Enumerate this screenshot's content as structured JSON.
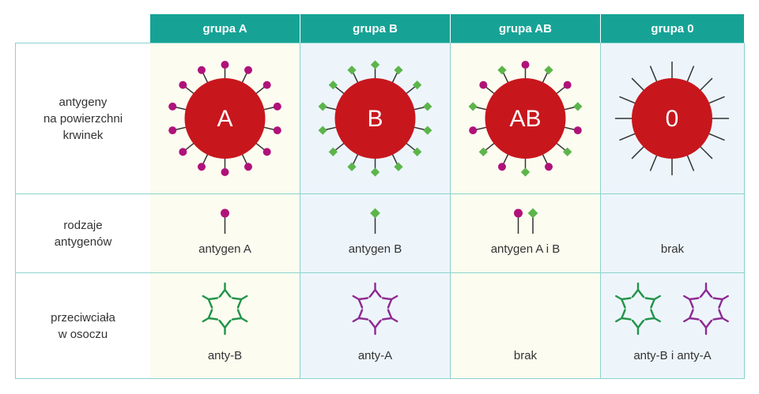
{
  "columns": [
    {
      "header": "grupa A",
      "cell_label": "A",
      "antigen_caption": "antygen A",
      "antibody_caption": "anty-B"
    },
    {
      "header": "grupa B",
      "cell_label": "B",
      "antigen_caption": "antygen B",
      "antibody_caption": "anty-A"
    },
    {
      "header": "grupa AB",
      "cell_label": "AB",
      "antigen_caption": "antygen A i B",
      "antibody_caption": "brak"
    },
    {
      "header": "grupa 0",
      "cell_label": "0",
      "antigen_caption": "brak",
      "antibody_caption": "anty-B i anty-A"
    }
  ],
  "rows": {
    "surface_label": [
      "antygeny",
      "na powierzchni",
      "krwinek"
    ],
    "types_label": [
      "rodzaje",
      "antygenów"
    ],
    "antibodies_label": [
      "przeciwciała",
      "w osoczu"
    ]
  },
  "colors": {
    "header_bg": "#16a396",
    "cell_yellow": "#fcfcf0",
    "cell_blue": "#edf5fb",
    "border": "#8ad3cc",
    "blood_cell": "#c8161d",
    "antigen_a": "#b0127a",
    "antigen_b": "#5cb54a",
    "anti_b": "#22944a",
    "anti_a": "#8e2a92"
  }
}
